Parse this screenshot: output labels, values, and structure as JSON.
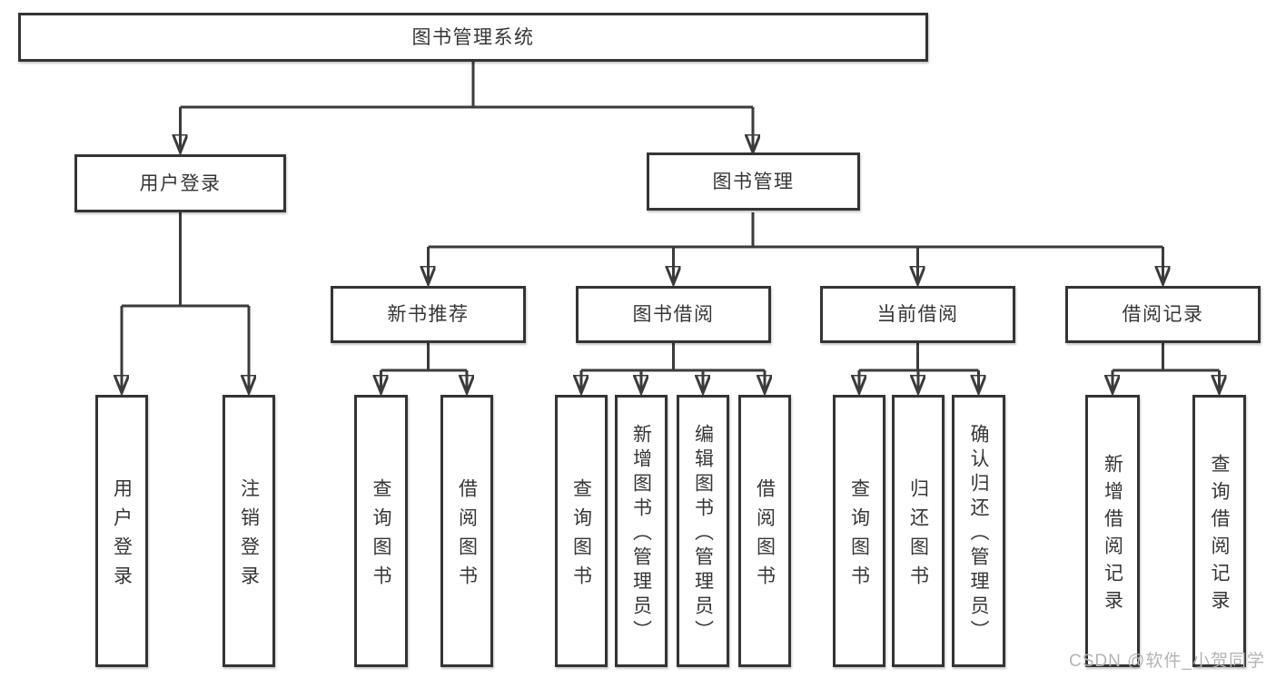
{
  "diagram_type": "hierarchy-structure-diagram",
  "colors": {
    "line": "#3b3b3b",
    "box_border": "#343434",
    "text": "#363636",
    "watermark": "#b4b4b4",
    "background": "#ffffff"
  },
  "watermark": "CSDN @软件_小贺同学",
  "tree": {
    "label": "图书管理系统",
    "children": [
      {
        "label": "用户登录",
        "children": [
          {
            "label": "用户登录"
          },
          {
            "label": "注销登录"
          }
        ]
      },
      {
        "label": "图书管理",
        "children": [
          {
            "label": "新书推荐",
            "children": [
              {
                "label": "查询图书"
              },
              {
                "label": "借阅图书"
              }
            ]
          },
          {
            "label": "图书借阅",
            "children": [
              {
                "label": "查询图书"
              },
              {
                "label": "新增图书（管理员）"
              },
              {
                "label": "编辑图书（管理员）"
              },
              {
                "label": "借阅图书"
              }
            ]
          },
          {
            "label": "当前借阅",
            "children": [
              {
                "label": "查询图书"
              },
              {
                "label": "归还图书"
              },
              {
                "label": "确认归还（管理员）"
              }
            ]
          },
          {
            "label": "借阅记录",
            "children": [
              {
                "label": "新增借阅记录"
              },
              {
                "label": "查询借阅记录"
              }
            ]
          }
        ]
      }
    ]
  }
}
